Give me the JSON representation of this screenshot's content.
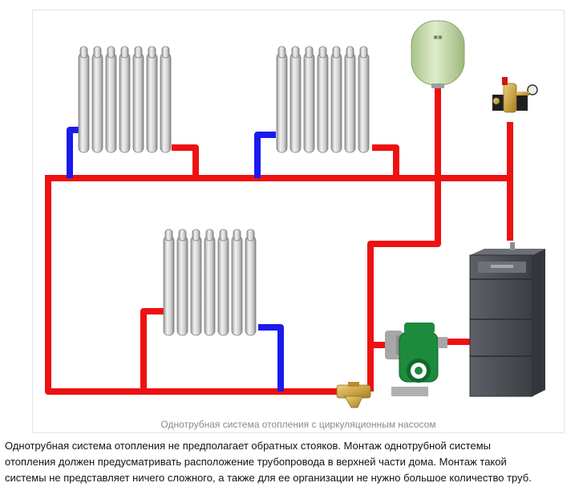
{
  "caption": "Однотрубная система отопления с циркуляционным насосом",
  "description": {
    "line1": "Однотрубная система отопления не предполагает обратных стояков. Монтаж однотрубной системы",
    "line2": "отопления должен предусматривать расположение трубопровода в верхней части дома. Монтаж такой",
    "line3": "системы не представляет ничего сложного, а также для ее организации не нужно большое количество труб."
  },
  "colors": {
    "hot_pipe": "#ee1111",
    "cold_pipe": "#1a1aee",
    "radiator": "#d6d6d6",
    "tank": "#c8dca8",
    "boiler": "#4a4d52",
    "pump": "#1d8a3c",
    "valve": "#c9a13a"
  },
  "icons": [
    "radiator-icon",
    "expansion-tank-icon",
    "safety-group-icon",
    "boiler-icon",
    "circulation-pump-icon",
    "filter-valve-icon"
  ]
}
